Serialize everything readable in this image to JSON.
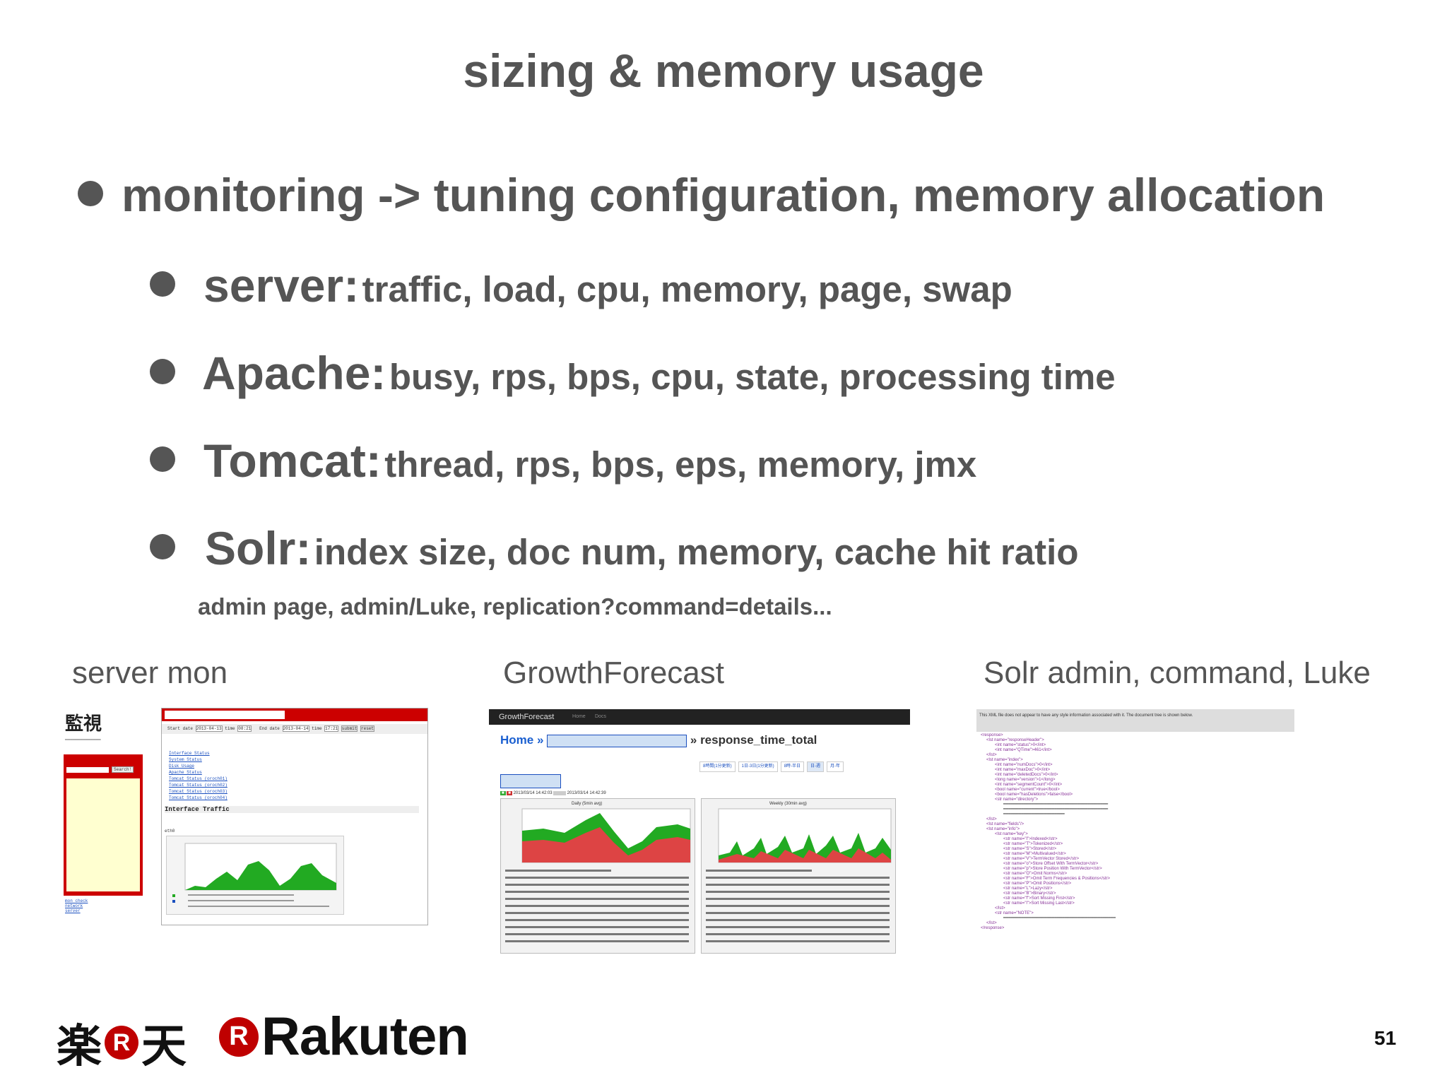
{
  "title": "sizing & memory usage",
  "bullets": {
    "main": "monitoring -> tuning configuration, memory allocation",
    "items": [
      {
        "key": "server:",
        "value": "traffic, load, cpu, memory, page, swap"
      },
      {
        "key": "Apache:",
        "value": "busy, rps, bps, cpu, state, processing time"
      },
      {
        "key": "Tomcat:",
        "value": "thread, rps, bps, eps, memory, jmx"
      },
      {
        "key": "Solr:",
        "value": "index size, doc num, memory, cache hit ratio"
      }
    ],
    "note": "admin page, admin/Luke, replication?command=details..."
  },
  "captions": {
    "server_mon": "server mon",
    "growth": "GrowthForecast",
    "solr": "Solr admin, command, Luke"
  },
  "server_mon": {
    "logo": "監視",
    "search_button": "Search!",
    "start_label": "Start date",
    "start_value": "2013-04-13",
    "time_label": "time",
    "start_time": "08:21",
    "end_label": "End date",
    "end_value": "2013-04-14",
    "end_time": "17:21",
    "submit": "submit",
    "reset": "reset",
    "links": [
      "Interface Status",
      "System Status",
      "Disk Usage",
      "Apache Status",
      "Tomcat Status (oroch01)",
      "Tomcat Status (oroch02)",
      "Tomcat Status (oroch03)",
      "Tomcat Status (oroch04)"
    ],
    "section": "Interface Traffic",
    "iface": "eth0",
    "footer_links": [
      "mon check",
      "network",
      "server"
    ]
  },
  "growth": {
    "brand": "GrowthForecast",
    "nav": [
      "Home",
      "Docs"
    ],
    "crumb_home": "Home »",
    "crumb_title": "» response_time_total",
    "ranges": [
      "8時間(1分更新)",
      "1日-3日(1分更新)",
      "8時-半日",
      "日-週",
      "月-年"
    ],
    "date_from": "2013/03/14 14:42:03",
    "date_to": "2013/03/14 14:42:39",
    "chart_daily": "Daily (5min avg)",
    "chart_weekly": "Weekly (30min avg)"
  },
  "solr": {
    "header": "This XML file does not appear to have any style information associated with it. The document tree is shown below.",
    "lines": [
      "<response>",
      "<lst name=\"responseHeader\">",
      "<int name=\"status\">0</int>",
      "<int name=\"QTime\">461</int>",
      "</lst>",
      "<lst name=\"index\">",
      "<int name=\"numDocs\">0</int>",
      "<int name=\"maxDoc\">0</int>",
      "<int name=\"deletedDocs\">0</int>",
      "<long name=\"version\">1</long>",
      "<int name=\"segmentCount\">0</int>",
      "<bool name=\"current\">true</bool>",
      "<bool name=\"hasDeletions\">false</bool>",
      "<str name=\"directory\">",
      "</lst>",
      "<lst name=\"fields\"/>",
      "<lst name=\"info\">",
      "<lst name=\"key\">",
      "<str name=\"I\">Indexed</str>",
      "<str name=\"T\">Tokenized</str>",
      "<str name=\"S\">Stored</str>",
      "<str name=\"M\">Multivalued</str>",
      "<str name=\"V\">TermVector Stored</str>",
      "<str name=\"o\">Store Offset With TermVector</str>",
      "<str name=\"p\">Store Position With TermVector</str>",
      "<str name=\"O\">Omit Norms</str>",
      "<str name=\"F\">Omit Term Frequencies & Positions</str>",
      "<str name=\"P\">Omit Positions</str>",
      "<str name=\"L\">Lazy</str>",
      "<str name=\"B\">Binary</str>",
      "<str name=\"f\">Sort Missing First</str>",
      "<str name=\"l\">Sort Missing Last</str>",
      "</lst>",
      "<str name=\"NOTE\">",
      "</lst>",
      "</response>"
    ]
  },
  "logos": {
    "kanji_left": "楽",
    "r_mark": "R",
    "kanji_right": "天",
    "rakuten": "Rakuten"
  },
  "page_number": "51",
  "colors": {
    "text": "#555555",
    "rakuten_red": "#bf0000",
    "chart_green": "#22aa22",
    "chart_red": "#dd4444",
    "link_blue": "#1a4fbf"
  }
}
